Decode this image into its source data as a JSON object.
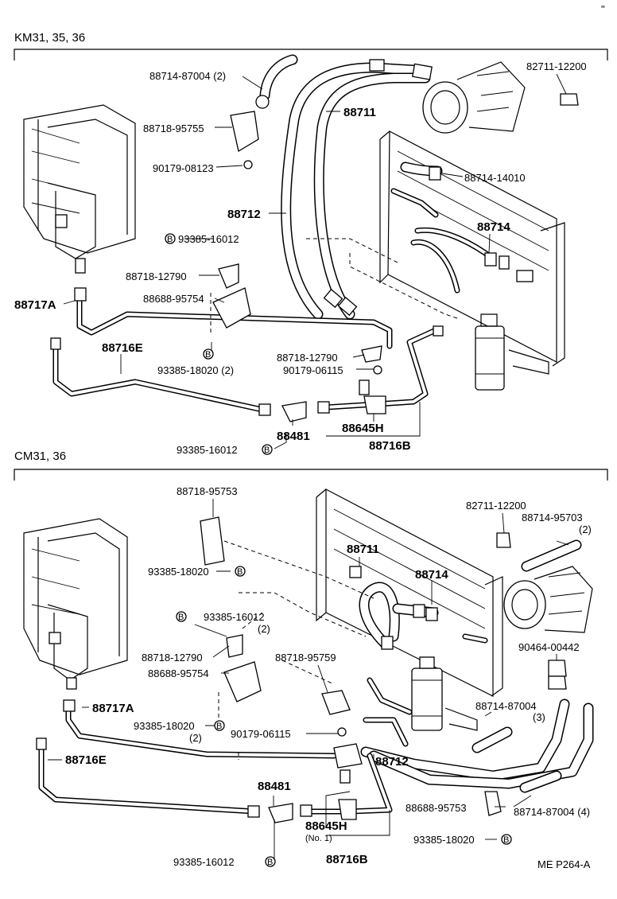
{
  "sections": [
    {
      "title": "KM31, 35, 36"
    },
    {
      "title": "CM31, 36"
    }
  ],
  "top_labels": {
    "p1": "88714-87004 (2)",
    "p2": "82711-12200",
    "p3": "88711",
    "p4": "88718-95755",
    "p5": "90179-08123",
    "p6": "88714-14010",
    "p7": "88712",
    "p8": "88714",
    "p9": "93385-16012",
    "p10": "88718-12790",
    "p11": "88717A",
    "p12": "88688-95754",
    "p13": "88716E",
    "p14": "88718-12790",
    "p15": "93385-18020 (2)",
    "p16": "90179-06115",
    "p17": "88481",
    "p18": "88645H",
    "p19": "93385-16012",
    "p20": "88716B"
  },
  "bottom_labels": {
    "q1": "88718-95753",
    "q2": "82711-12200",
    "q3": "88714-95703",
    "q3b": "(2)",
    "q4": "88711",
    "q5": "88714",
    "q6": "93385-18020",
    "q7": "93385-16012",
    "q7b": "(2)",
    "q8": "88718-12790",
    "q9": "88688-95754",
    "q10": "88718-95759",
    "q11": "90464-00442",
    "q12": "88717A",
    "q13": "88714-87004",
    "q13b": "(3)",
    "q14": "93385-18020",
    "q14b": "(2)",
    "q15": "90179-06115",
    "q16": "88716E",
    "q17": "88712",
    "q18": "88481",
    "q19": "88645H",
    "q19b": "(No. 1)",
    "q20": "88688-95753",
    "q21": "88714-87004 (4)",
    "q22": "88716B",
    "q23": "93385-18020",
    "q24": "93385-16012"
  },
  "bolt_marker": "B",
  "footer": "ME P264-A",
  "corner_mark": "\""
}
